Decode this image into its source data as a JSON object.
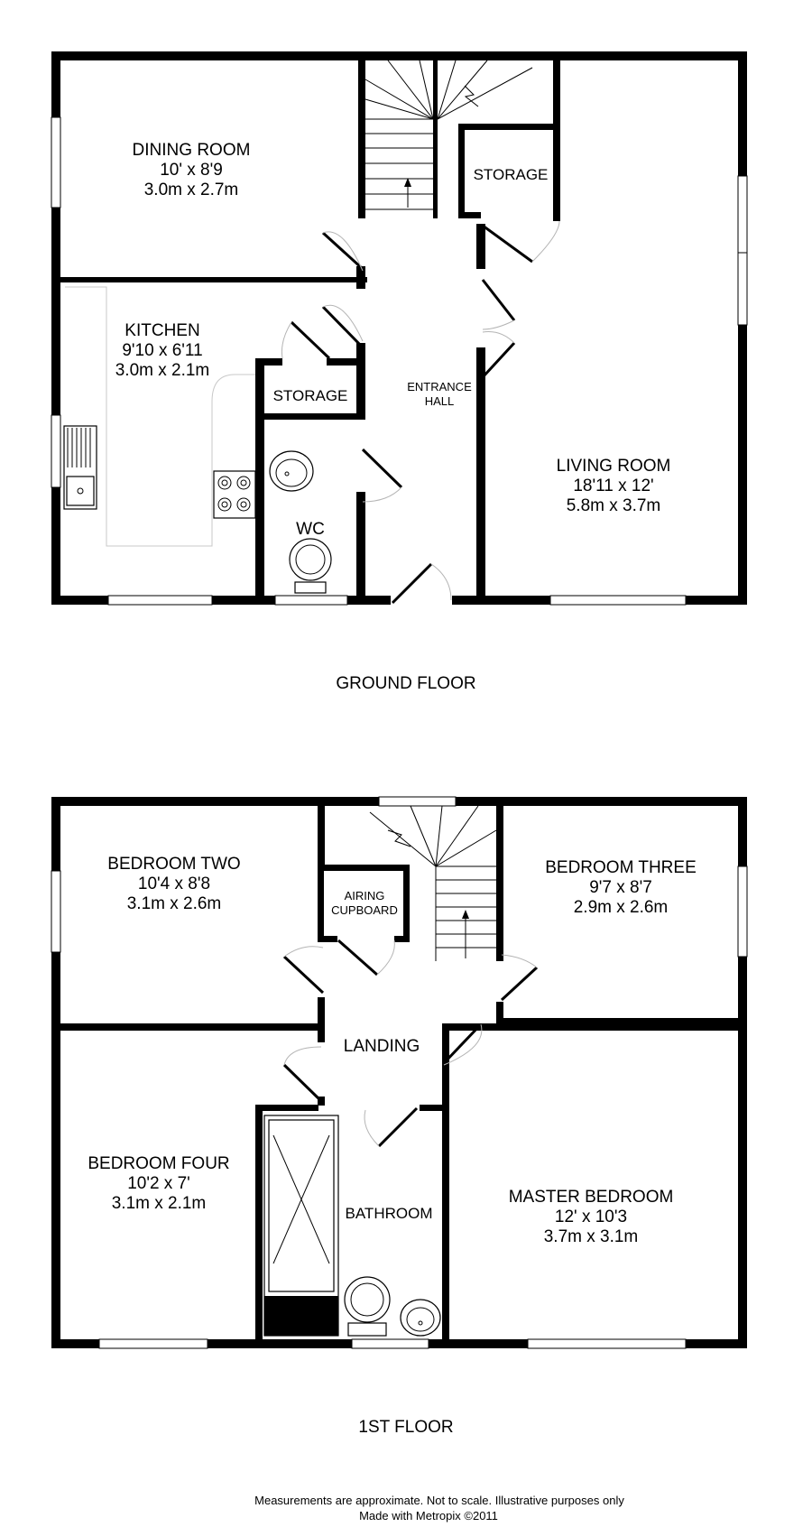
{
  "ground_floor": {
    "title": "GROUND FLOOR",
    "rooms": [
      {
        "name": "DINING ROOM",
        "imperial": "10' x 8'9",
        "metric": "3.0m x 2.7m"
      },
      {
        "name": "KITCHEN",
        "imperial": "9'10 x 6'11",
        "metric": "3.0m x 2.1m"
      },
      {
        "name": "LIVING ROOM",
        "imperial": "18'11 x 12'",
        "metric": "5.8m x 3.7m"
      }
    ],
    "storage_upper": "STORAGE",
    "storage_lower": "STORAGE",
    "wc": "WC",
    "entrance_hall_line1": "ENTRANCE",
    "entrance_hall_line2": "HALL"
  },
  "first_floor": {
    "title": "1ST FLOOR",
    "rooms": [
      {
        "name": "BEDROOM TWO",
        "imperial": "10'4 x 8'8",
        "metric": "3.1m x 2.6m"
      },
      {
        "name": "BEDROOM THREE",
        "imperial": "9'7 x 8'7",
        "metric": "2.9m x 2.6m"
      },
      {
        "name": "BEDROOM FOUR",
        "imperial": "10'2 x 7'",
        "metric": "3.1m x 2.1m"
      },
      {
        "name": "MASTER BEDROOM",
        "imperial": "12' x 10'3",
        "metric": "3.7m x 3.1m"
      }
    ],
    "airing_line1": "AIRING",
    "airing_line2": "CUPBOARD",
    "landing": "LANDING",
    "bathroom": "BATHROOM"
  },
  "footer": {
    "line1": "Measurements are approximate.  Not to scale.  Illustrative purposes only",
    "line2": "Made with Metropix ©2011"
  },
  "colors": {
    "wall": "#000000",
    "background": "#ffffff",
    "door_arc": "#b4b4b4"
  }
}
